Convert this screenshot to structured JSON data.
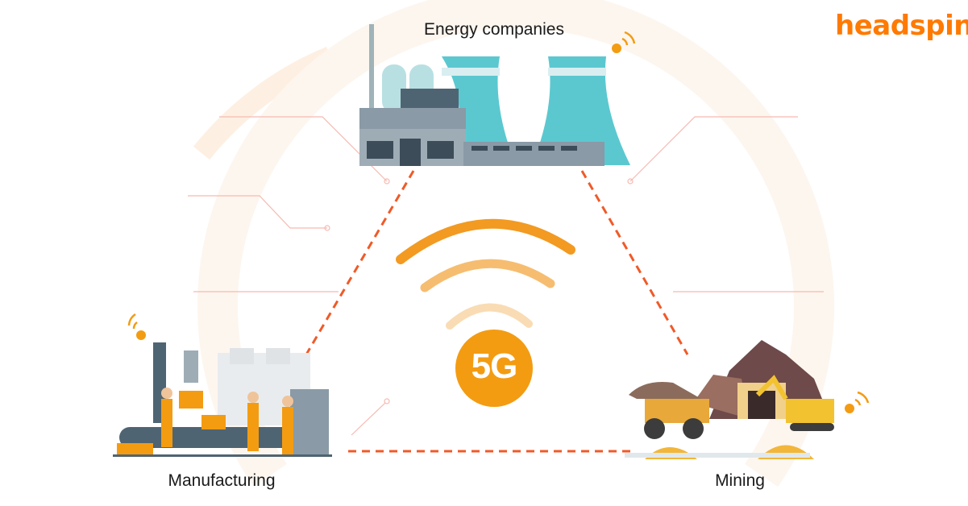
{
  "brand": {
    "logo_text": "headspin"
  },
  "center": {
    "badge_text": "5G"
  },
  "nodes": [
    {
      "label": "Energy companies"
    },
    {
      "label": "Manufacturing"
    },
    {
      "label": "Mining"
    }
  ],
  "colors": {
    "accent": "#f39c12",
    "dash": "#f05a28",
    "logo": "#ff7a00",
    "tower": "#5bc8d0"
  }
}
